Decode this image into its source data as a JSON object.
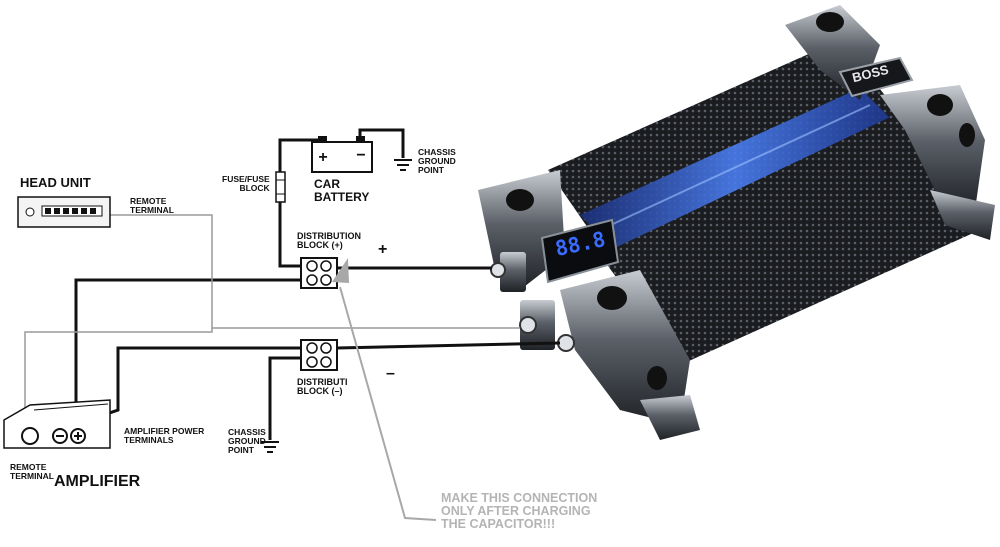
{
  "labels": {
    "head_unit": "HEAD UNIT",
    "remote_terminal_head": "REMOTE\nTERMINAL",
    "fuse_block": "FUSE/FUSE\nBLOCK",
    "car_battery": "CAR\nBATTERY",
    "chassis_ground_top": "CHASSIS\nGROUND\nPOINT",
    "distribution_block_pos": "DISTRIBUTION\nBLOCK (+)",
    "distribution_block_neg": "DISTRIBUTI\nBLOCK (–)",
    "plus_sign": "+",
    "minus_sign": "–",
    "amplifier": "AMPLIFIER",
    "amplifier_power_terminals": "AMPLIFIER POWER\nTERMINALS",
    "remote_terminal_amp": "REMOTE\nTERMINAL",
    "chassis_ground_bottom": "CHASSIS\nGROUND\nPOINT",
    "warning": "MAKE THIS CONNECTION\nONLY AFTER CHARGING\nTHE CAPACITOR!!!",
    "capacitor_display": "88.8",
    "capacitor_brand": "BOSS"
  },
  "colors": {
    "wire": "#111111",
    "remote_wire": "#9a9a9a",
    "warning_arrow": "#a8a8a8",
    "display_digits": "#3a6bff",
    "capacitor_body": "#2b2e33",
    "capacitor_glow": "#2f5fd6"
  }
}
